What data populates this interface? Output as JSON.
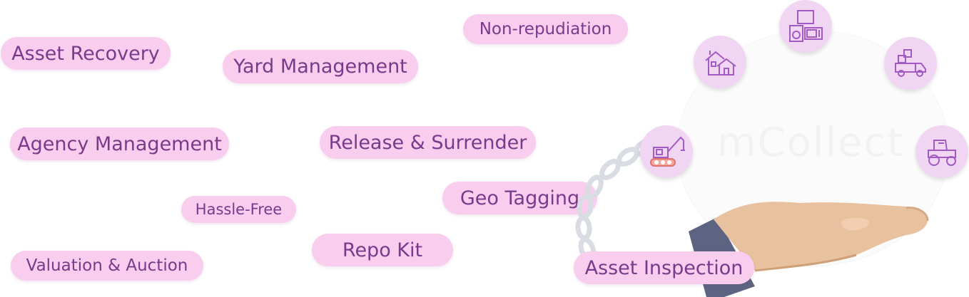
{
  "tags": {
    "asset_recovery": "Asset Recovery",
    "yard_management": "Yard Management",
    "non_repudiation": "Non-repudiation",
    "agency_management": "Agency Management",
    "release_surrender": "Release & Surrender",
    "hassle_free": "Hassle-Free",
    "geo_tagging": "Geo Tagging",
    "repo_kit": "Repo Kit",
    "valuation_auction": "Valuation & Auction",
    "asset_inspection": "Asset Inspection"
  },
  "watermark": "mCollect",
  "icons": [
    "house-icon",
    "appliances-icon",
    "truck-icon",
    "tractor-icon",
    "excavator-icon"
  ],
  "colors": {
    "pill_bg": "#f8cdee",
    "pill_text": "#7a3a8c",
    "icon_bg": "#f1d6f4",
    "icon_line": "#a25bc2"
  }
}
